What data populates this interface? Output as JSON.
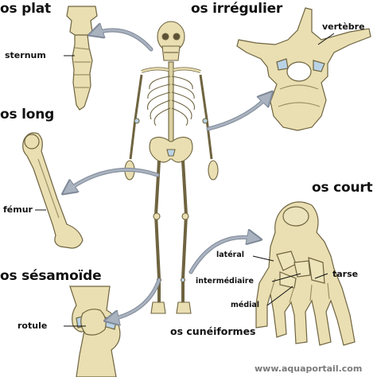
{
  "categories": {
    "flat": "os plat",
    "irregular": "os irrégulier",
    "long": "os long",
    "short": "os court",
    "sesamoid": "os sésamoïde"
  },
  "labels": {
    "sternum": "sternum",
    "vertebra": "vertèbre",
    "femur": "fémur",
    "patella": "rotule",
    "lateral": "latéral",
    "intermediate": "intermédiaire",
    "medial": "médial",
    "tarsus": "tarse",
    "cuneiforms": "os cunéiformes"
  },
  "watermark": "www.aquaportail.com",
  "colors": {
    "bone": "#e9dfb2",
    "bone_outline": "#6f6440",
    "bone_shadow": "#cdbf8a",
    "cartilage": "#b9d3e6",
    "arrow": "#a9b2bf",
    "arrow_outline": "#7f8998"
  }
}
